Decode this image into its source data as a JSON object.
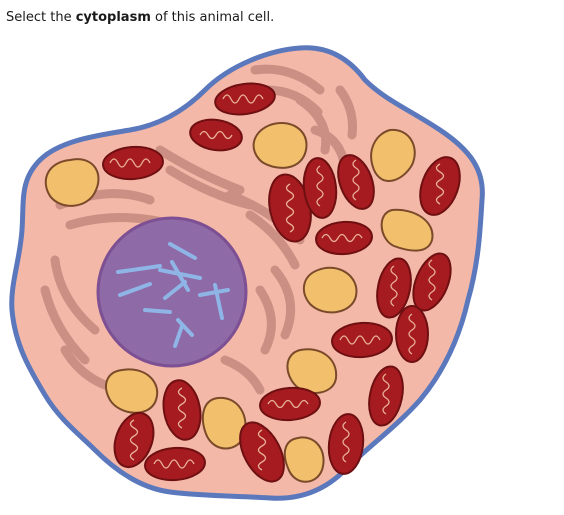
{
  "prompt": {
    "prefix": "Select the ",
    "emphasis": "cytoplasm",
    "suffix": " of this animal cell."
  },
  "colors": {
    "membrane": "#5b78bd",
    "cytoplasm": "#f4b8a8",
    "nucleus": "#8e6aa6",
    "nucleus_border": "#7d4f93",
    "chromosome": "#8fb4e6",
    "mitochondrion": "#a61b1f",
    "mitochondrion_border": "#6e0f12",
    "cristae": "#f0c2a4",
    "vesicle": "#f2bf6c",
    "vesicle_border": "#7a4a2a",
    "organelle_network": "#c98d82"
  },
  "parts": [
    "cell-membrane",
    "cytoplasm",
    "nucleus",
    "chromosome",
    "mitochondrion",
    "vesicle",
    "endoplasmic-reticulum",
    "golgi-apparatus"
  ]
}
